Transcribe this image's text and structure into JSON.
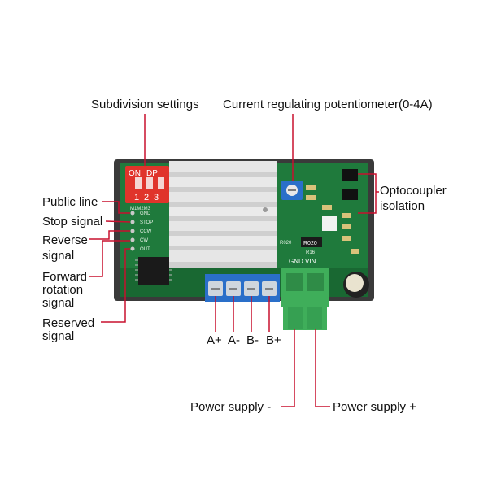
{
  "labels": {
    "subdivision": "Subdivision settings",
    "potentiometer": "Current regulating potentiometer(0-4A)",
    "optocoupler_line1": "Optocoupler",
    "optocoupler_line2": "isolation",
    "public_line": "Public line",
    "stop_signal": "Stop signal",
    "reverse_line1": "Reverse",
    "reverse_line2": "signal",
    "forward_line1": "Forward",
    "forward_line2": "rotation",
    "forward_line3": "signal",
    "reserved_line1": "Reserved",
    "reserved_line2": "signal",
    "power_minus": "Power supply -",
    "power_plus": "Power supply +"
  },
  "terminals": [
    "A+",
    "A-",
    "B-",
    "B+"
  ],
  "dip": {
    "on_label": "ON",
    "dp_label": "DP",
    "numbers": [
      "1",
      "2",
      "3"
    ],
    "header": "M1M2M3"
  },
  "pins": [
    "GND",
    "STOP",
    "CCW",
    "CW",
    "OUT"
  ],
  "board_text": {
    "resistor": "R020",
    "r16": "R16",
    "gnd_vin": "GND VIN",
    "r_side": "R020"
  },
  "colors": {
    "pcb": "#1f7a3c",
    "pcb_dark": "#155c2c",
    "case": "#3a3a3a",
    "heatsink": "#d9d9d9",
    "dip": "#e0342b",
    "terminal_blue": "#2a6fc9",
    "terminal_green": "#3fae5a",
    "leader": "#c8102e"
  }
}
